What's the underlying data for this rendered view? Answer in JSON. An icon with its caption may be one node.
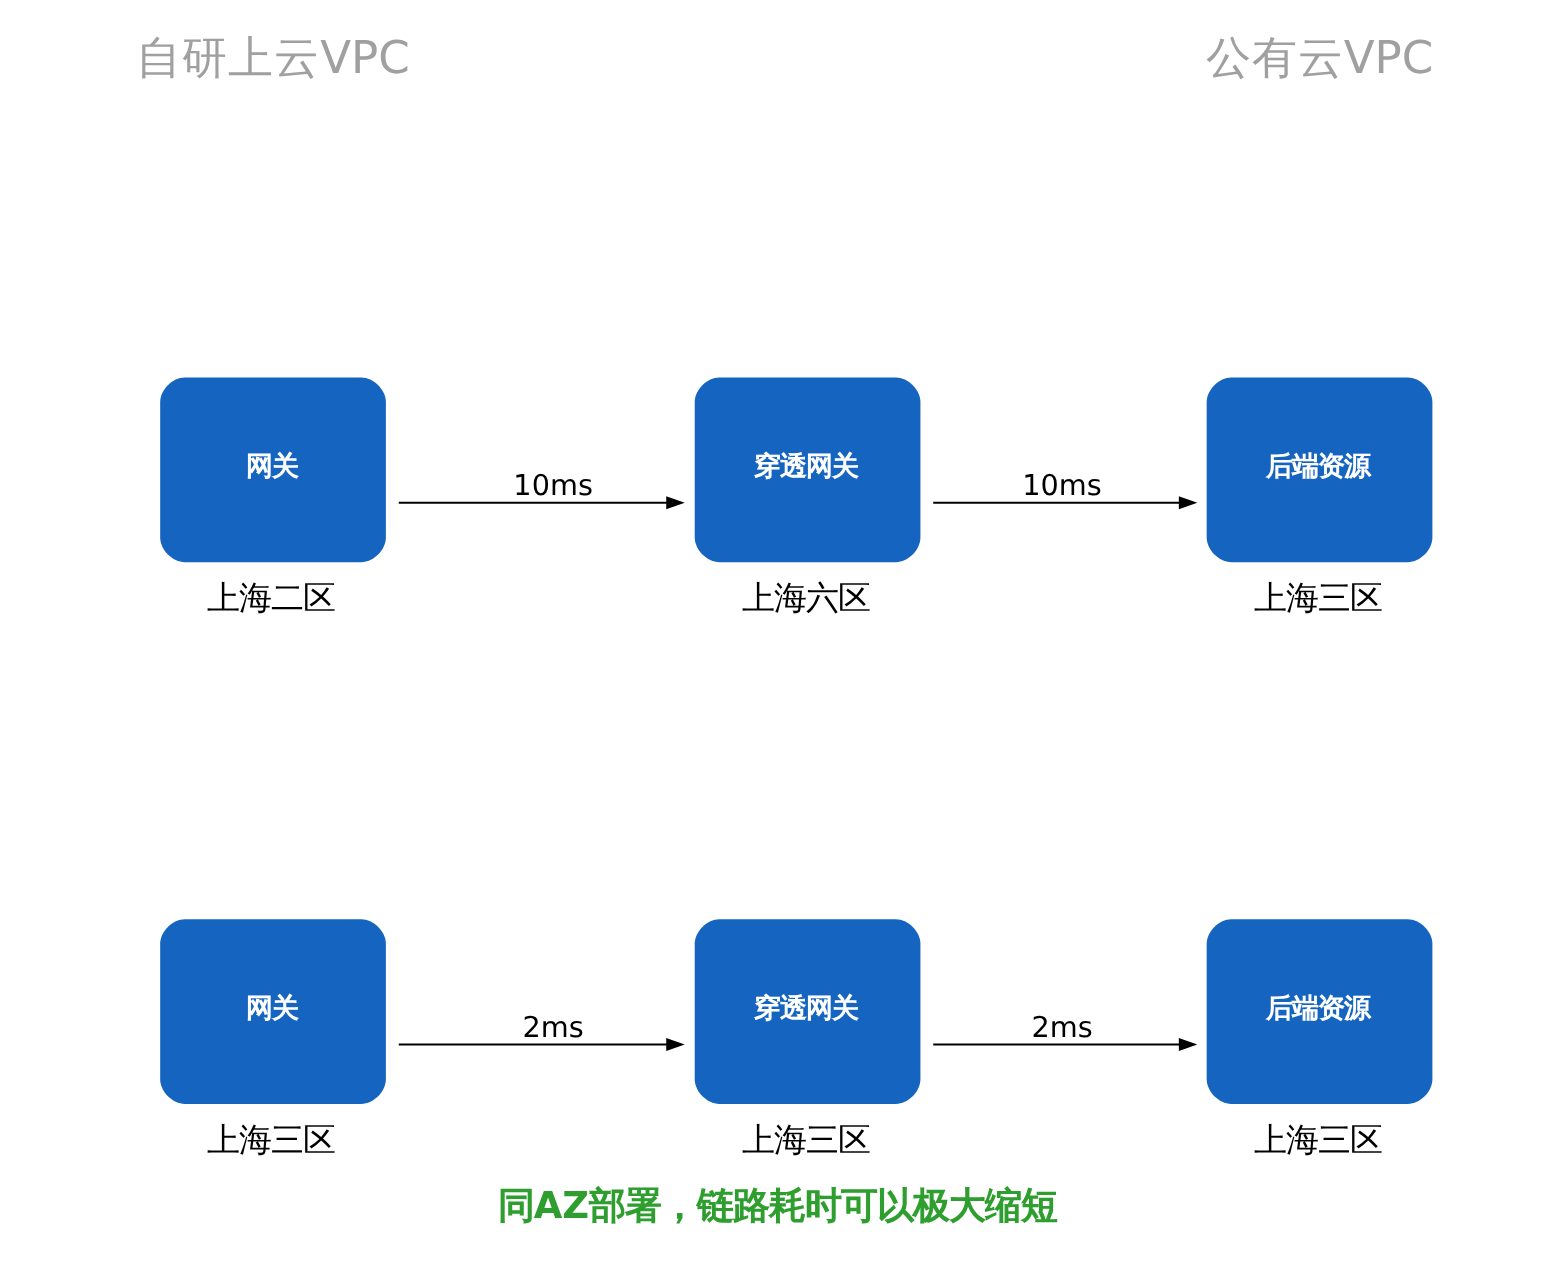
{
  "diagram": {
    "caption": "同AZ部署，链路耗时可以极大缩短",
    "nodes": [
      {
        "text": [
          "网关"
        ],
        "beside": [
          "上海二区"
        ]
      },
      {
        "text": [
          "穿透网关"
        ],
        "beside": [
          "上海六区"
        ]
      },
      {
        "text": [
          "后端资源"
        ],
        "beside": [
          "上海三区"
        ]
      },
      {
        "text": [
          "网关"
        ],
        "beside": [
          "上海三区"
        ]
      },
      {
        "text": [
          "穿透网关"
        ],
        "beside": [
          "上海三区"
        ]
      },
      {
        "text": [
          "后端资源"
        ],
        "beside": [
          "上海三区"
        ]
      }
    ],
    "edges": [
      {
        "from": 0,
        "to": 1,
        "arrow": "to",
        "label": "10ms"
      },
      {
        "from": 1,
        "to": 2,
        "arrow": "to",
        "label": "10ms"
      },
      {
        "from": 3,
        "to": 4,
        "arrow": "to",
        "label": "2ms"
      },
      {
        "from": 4,
        "to": 5,
        "arrow": "to",
        "label": "2ms"
      }
    ],
    "labels": [
      "自研上云VPC",
      "公有云VPC"
    ]
  }
}
